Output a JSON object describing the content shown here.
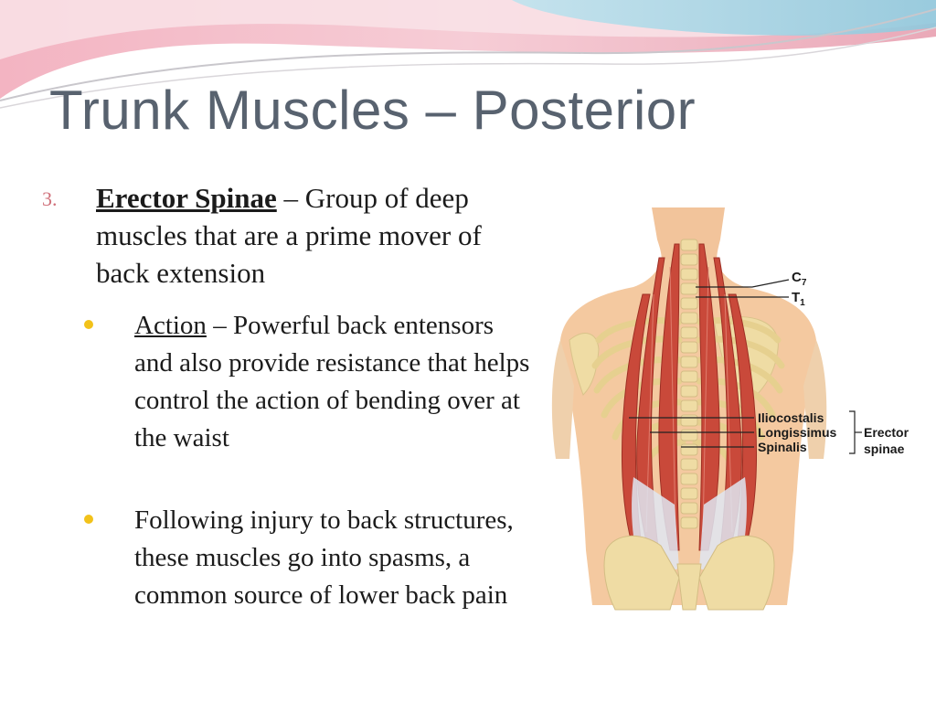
{
  "slide": {
    "title": "Trunk Muscles – Posterior"
  },
  "item": {
    "number": "3.",
    "term": "Erector Spinae",
    "description": " – Group of deep muscles that are a prime mover of back extension",
    "bullets": [
      {
        "term": "Action",
        "text": " – Powerful back entensors and also provide resistance that helps control the action of bending over at the waist"
      },
      {
        "text": "Following injury to back structures, these muscles go into spasms, a common source of lower back pain"
      }
    ]
  },
  "figure": {
    "labels": {
      "c7": "C",
      "c7_sub": "7",
      "t1": "T",
      "t1_sub": "1",
      "iliocostalis": "Iliocostalis",
      "longissimus": "Longissimus",
      "spinalis": "Spinalis",
      "group_line1": "Erector",
      "group_line2": "spinae"
    }
  },
  "colors": {
    "title": "#58626f",
    "number": "#d0707a",
    "bullet": "#f2c21a",
    "muscle": "#c9493a",
    "skin": "#f4c9a0",
    "bone": "#efdca4"
  }
}
